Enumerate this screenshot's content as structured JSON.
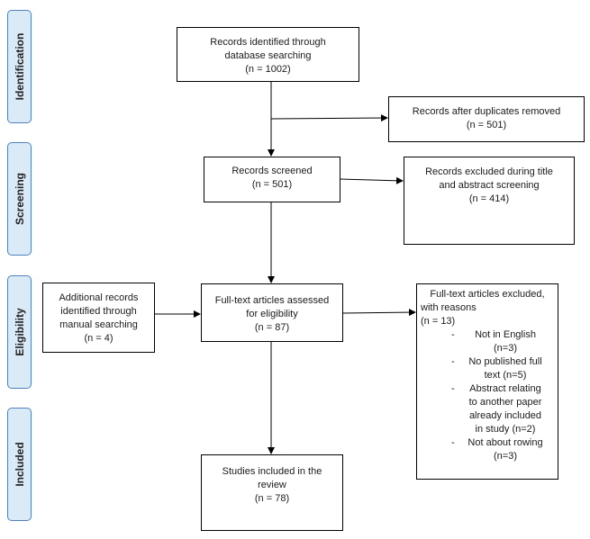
{
  "stages": [
    {
      "id": "identification",
      "label": "Identification"
    },
    {
      "id": "screening",
      "label": "Screening"
    },
    {
      "id": "eligibility",
      "label": "Eligibility"
    },
    {
      "id": "included",
      "label": "Included"
    }
  ],
  "boxes": {
    "identified": {
      "lines": [
        "Records identified through",
        "database searching",
        "(n = 1002)"
      ]
    },
    "duplicates": {
      "lines": [
        "Records after duplicates removed",
        "(n = 501)"
      ]
    },
    "screened": {
      "lines": [
        "Records screened",
        "(n = 501)"
      ]
    },
    "excluded_screening": {
      "lines": [
        "Records excluded during title",
        "and abstract screening",
        "(n = 414)"
      ]
    },
    "additional": {
      "lines": [
        "Additional records",
        "identified through",
        "manual searching",
        "(n = 4)"
      ]
    },
    "fulltext": {
      "lines": [
        "Full-text articles assessed",
        "for eligibility",
        "(n = 87)"
      ]
    },
    "fulltext_excluded": {
      "heading": [
        "Full-text articles excluded,",
        "with reasons",
        "(n = 13)"
      ],
      "reasons": [
        {
          "dash": "-",
          "lines": [
            "Not in English",
            "(n=3)"
          ]
        },
        {
          "dash": "-",
          "lines": [
            "No published full",
            "text (n=5)"
          ]
        },
        {
          "dash": "-",
          "lines": [
            "Abstract relating",
            "to another paper",
            "already included",
            "in study (n=2)"
          ]
        },
        {
          "dash": "-",
          "lines": [
            "Not about rowing",
            "(n=3)"
          ]
        }
      ]
    },
    "included": {
      "lines": [
        "Studies included in the",
        "review",
        "(n = 78)"
      ]
    }
  },
  "colors": {
    "stage_fill": "#dbeaf7",
    "stage_border": "#4f81bd",
    "line": "#000000"
  }
}
